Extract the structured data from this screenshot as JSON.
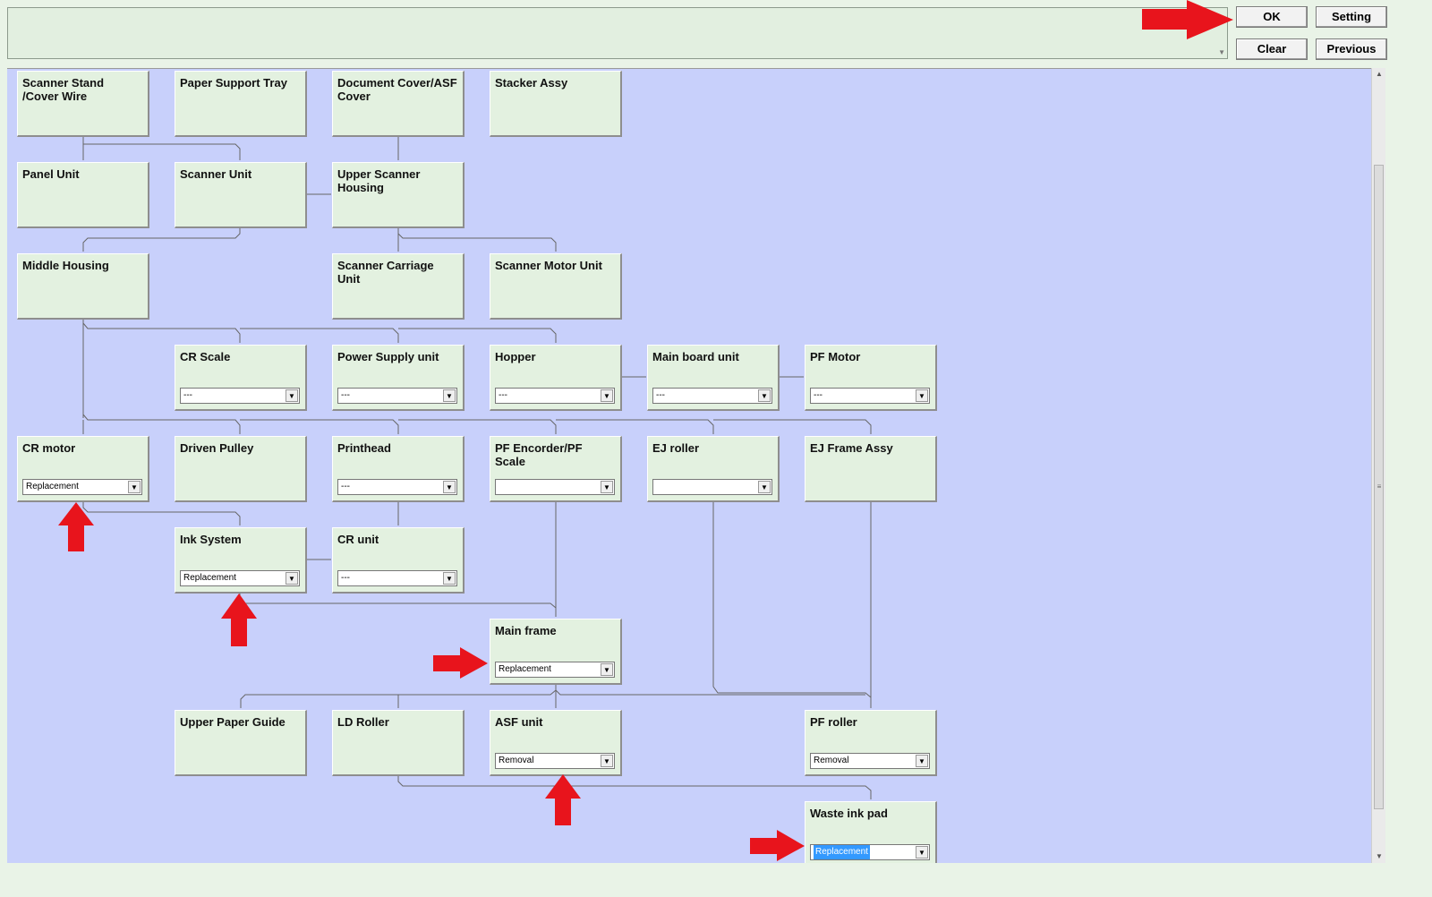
{
  "toolbar": {
    "ok_label": "OK",
    "setting_label": "Setting",
    "clear_label": "Clear",
    "previous_label": "Previous"
  },
  "colors": {
    "background": "#e9f3e7",
    "canvas": "#c8d0fb",
    "card": "#e3f1e0",
    "annotation_arrow": "#e8141c",
    "selection_highlight": "#3399ff"
  },
  "cards": {
    "scanner_stand_cover_wire": "Scanner Stand /Cover Wire",
    "paper_support_tray": "Paper Support Tray",
    "document_cover_asf_cover": "Document Cover/ASF Cover",
    "stacker_assy": "Stacker Assy",
    "panel_unit": "Panel Unit",
    "scanner_unit": "Scanner Unit",
    "upper_scanner_housing": "Upper Scanner Housing",
    "middle_housing": "Middle Housing",
    "scanner_carriage_unit": "Scanner Carriage Unit",
    "scanner_motor_unit": "Scanner Motor Unit",
    "cr_scale": {
      "title": "CR Scale",
      "value": "---"
    },
    "power_supply_unit": {
      "title": "Power Supply unit",
      "value": "---"
    },
    "hopper": {
      "title": "Hopper",
      "value": "---"
    },
    "main_board_unit": {
      "title": "Main board unit",
      "value": "---"
    },
    "pf_motor": {
      "title": "PF Motor",
      "value": "---"
    },
    "cr_motor": {
      "title": "CR motor",
      "value": "Replacement"
    },
    "driven_pulley": "Driven Pulley",
    "printhead": {
      "title": "Printhead",
      "value": "---"
    },
    "pf_encoder_pf_scale": {
      "title": "PF Encorder/PF Scale",
      "value": ""
    },
    "ej_roller": {
      "title": "EJ roller",
      "value": ""
    },
    "ej_frame_assy": "EJ Frame Assy",
    "ink_system": {
      "title": "Ink System",
      "value": "Replacement"
    },
    "cr_unit": {
      "title": "CR unit",
      "value": "---"
    },
    "main_frame": {
      "title": "Main frame",
      "value": "Replacement"
    },
    "upper_paper_guide": "Upper Paper Guide",
    "ld_roller": "LD Roller",
    "asf_unit": {
      "title": "ASF unit",
      "value": "Removal"
    },
    "pf_roller": {
      "title": "PF roller",
      "value": "Removal"
    },
    "waste_ink_pad": {
      "title": "Waste ink pad",
      "value": "Replacement"
    }
  }
}
